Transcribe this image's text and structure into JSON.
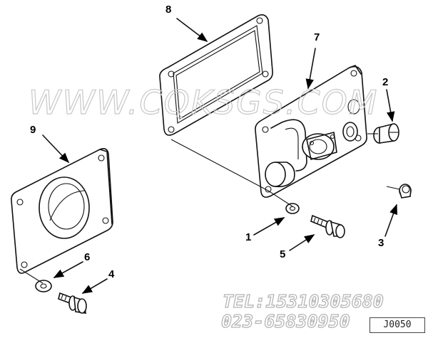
{
  "diagram": {
    "callouts": {
      "c1": "1",
      "c2": "2",
      "c3": "3",
      "c4": "4",
      "c5": "5",
      "c6": "6",
      "c7": "7",
      "c8": "8",
      "c9": "9"
    },
    "watermark": "WWW.CQKSGS.COM",
    "contact": {
      "tel": "TEL:15310305680",
      "phone": "023-65830950"
    },
    "stamp": "J0050"
  }
}
